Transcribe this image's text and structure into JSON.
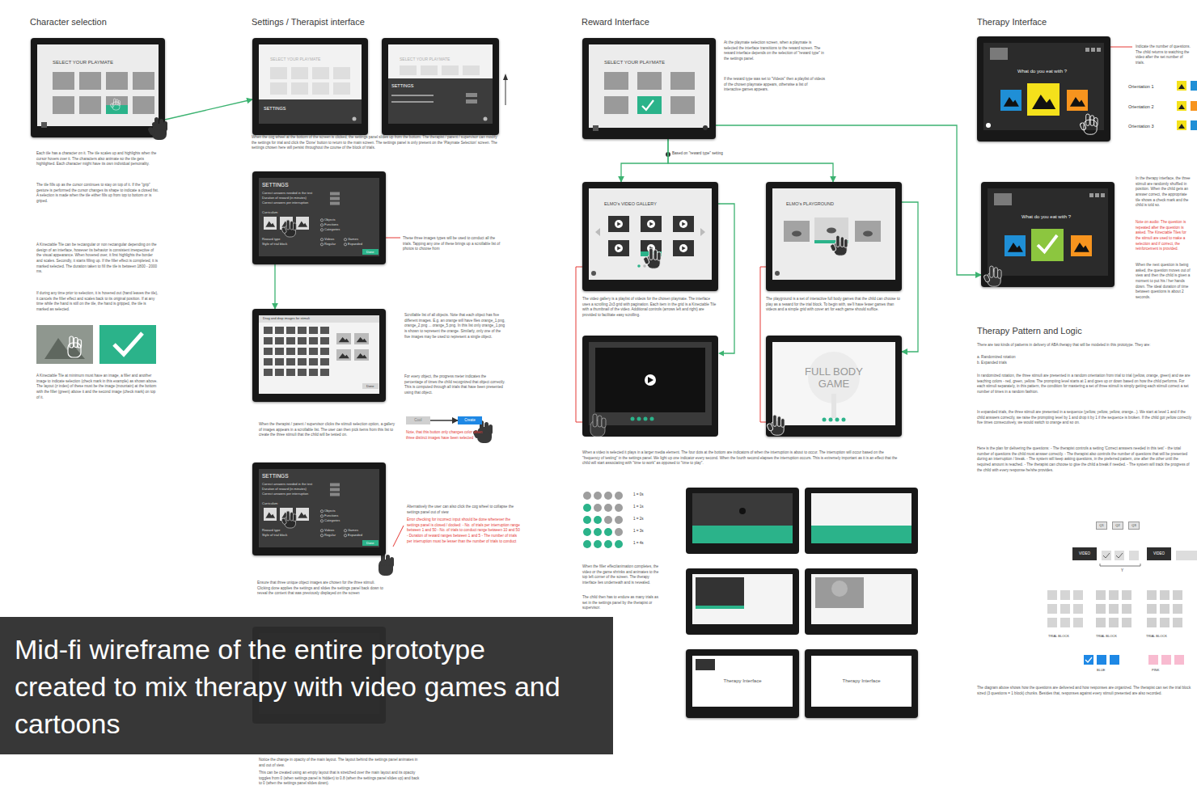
{
  "diagram": {
    "caption": "Mid-fi wireframe of the entire prototype created to mix therapy with video games and cartoons",
    "nodes": [
      {
        "text": [
          "SELECT YOUR PLAYMATE"
        ]
      },
      {
        "text": [
          "SELECT YOUR PLAYMATE",
          "SETTINGS"
        ]
      },
      {
        "text": [
          "SELECT YOUR PLAYMATE",
          "SETTINGS"
        ]
      },
      {
        "text": [
          "SETTINGS",
          "Correct answers needed in the test",
          "Duration of reward (in minutes)",
          "Correct answers per interruption",
          "Curriculum",
          "Objects",
          "Functions",
          "Categories",
          "Reward type",
          "Style of trial block",
          "Videos",
          "Games",
          "Regular",
          "Expanded",
          "Done"
        ]
      },
      {
        "text": [
          "Drag and drop images for stimuli",
          "Done"
        ]
      },
      {
        "text": [
          "SETTINGS",
          "Correct answers needed in the test",
          "Duration of reward (in minutes)",
          "Correct answers per interruption",
          "Curriculum",
          "Objects",
          "Functions",
          "Categories",
          "Reward type",
          "Style of trial block",
          "Videos",
          "Games",
          "Regular",
          "Expanded",
          "Done"
        ]
      },
      {
        "text": [
          "Cool"
        ]
      },
      {
        "text": [
          "Create"
        ]
      },
      {
        "text": [
          "SELECT YOUR PLAYMATE"
        ]
      },
      {
        "text": [
          "ELMO's VIDEO GALLERY"
        ]
      },
      {
        "text": [
          "ELMO's PLAYGROUND"
        ]
      },
      {
        "text": [
          "FULL BODY GAME"
        ]
      },
      {
        "text": [
          "What do you eat with ?"
        ]
      },
      {
        "text": [
          "What do you eat with ?"
        ]
      },
      {
        "text": [
          "Therapy Interface"
        ]
      },
      {
        "text": [
          "Therapy Interface"
        ]
      },
      {
        "text": [
          "Q1"
        ]
      },
      {
        "text": [
          "Q2"
        ]
      },
      {
        "text": [
          "Q3"
        ]
      },
      {
        "text": [
          "VIDEO"
        ]
      },
      {
        "text": [
          "VIDEO"
        ]
      }
    ],
    "edges": [
      {
        "from": 0,
        "to": 1,
        "arrow": "to"
      },
      {
        "from": 3,
        "to": 4,
        "arrow": "to"
      },
      {
        "from": 6,
        "to": 7,
        "arrow": "to"
      },
      {
        "from": 8,
        "to": 9,
        "arrow": "to"
      },
      {
        "from": 8,
        "to": 10,
        "arrow": "to"
      },
      {
        "from": 10,
        "to": 11,
        "arrow": "to"
      },
      {
        "from": 8,
        "to": 13,
        "arrow": "to"
      }
    ],
    "labels": [
      "Character selection",
      "Settings / Therapist interface",
      "Reward Interface",
      "Therapy Interface",
      "Each tile has a character on it. The tile scales up and highlights when the cursor hovers over it. The characters also animate so the tile gets highlighted. Each character might have its own individual personality.",
      "The tile fills up as the cursor continues to stay on top of it. If the \"grip\" gesture is performed the cursor changes its shape to indicate a closed fist. A selection is made when the tile either fills up from top to bottom or is griped.",
      "A Kinectable Tile can be rectangular or non rectangular depending on the design of an interface, however its behavior is consistent irrespective of the visual appearance. When hovered over, it first highlights the border and scales. Secondly, it starts filling up. If the filler effect is completed, it is marked selected. The duration taken to fill the tile is between 1800 - 2000 ms.",
      "If during any time prior to selection, it is hovered out (hand leaves the tile), it cancels the filler effect and scales back to its original position. If at any time while the hand is still on the tile, the hand is gripped, the tile is marked as selected.",
      "A Kinectable Tile at minimum must have an image, a filler and another image to indicate selection (check mark in this example) as shown above. The layout (z index) of these must be the image (mountain) at the bottom with the filler (green) above it and the second image (check mark) on top of it.",
      "When the cog wheel at the bottom of the screen is clicked, the settings panel slides up from the bottom. The therapist / parent / supervisor can modify the settings for trial and click the 'Done' button to return to the main screen. The settings panel is only present on the 'Playmate Selection' screen. The settings chosen here will persist throughout the course of the block of trials.",
      "These three images types will be used to conduct all the trials. Tapping any one of these brings up a scrollable list of photos to choose from",
      "Scrollable list of all objects. Note that each object has five different images. E.g. an orange will have files orange_1.png, orange_2.png ... orange_5.png. In this list only orange_1.png is shown to represent the orange. Similarly, only one of the five images may be used to represent a single object.",
      "For every object, the progress meter indicates the percentage of times the child recognized that object correctly. This is computed through all trials that have been presented using that object.",
      "When the therapist / parent / supervisor clicks the stimuli selection option, a gallery of images appears in a scrollable list. The user can then pick items from this list to create the three stimuli that the child will be tested on.",
      "Note, that this button only changes color when three distinct images have been selected",
      "Alternatively the user can also click the cog wheel to collapse the settings panel out of view",
      "Error checking for incorrect input should be done whenever the settings panel is closed / docked: - No. of trials per interruption range between 1 and 50 - No. of trials to conduct range between 10 and 50 - Duration of reward ranges between 1 and 5 - The number of trials per interruption must be lesser than the number of trials to conduct",
      "Ensure that three unique object images are chosen for the three stimuli. Clicking done applies the settings and slides the settings panel back down to reveal the content that was previously displayed on the screen",
      "At the playmate selection screen, when a playmate is selected the interface transitions to the reward screen. The reward interface depends on the selection of \"reward type\" in the settings panel.",
      "If the reward type was set to \"Videos\" then a playlist of videos of the chosen playmate appears, otherwise a list of interactive games appears.",
      "Based on \"reward type\" setting",
      "The video gallery is a playlist of videos for the chosen playmate. The interface uses a scrolling 2x3 grid with pagination. Each item in the grid is a Kinectable Tile with a thumbnail of the video. Additional controls (arrows left and right) are provided to facilitate easy scrolling.",
      "The playground is a set of interactive full body games that the child can choose to play as a reward for the trial block. To begin with, we'll have fewer games than videos and a simple grid with cover art for each game should suffice.",
      "When a video is selected it plays in a larger media element. The four dots at the bottom are indicators of when the interruption is about to occur. The interruption will occur based on the \"frequency of testing\" in the settings panel. We light up one indicator every second. When the fourth second elapses the interruption occurs. This is extremely important as it is an effect that the child will start associating with \"time to work\" as opposed to \"time to play\".",
      "1 = 0s",
      "1 = 1s",
      "1 = 2s",
      "1 = 3s",
      "1 = 4s",
      "When the filler effect/animation completes, the video or the game shrinks and animates to the top left corner of the screen. The therapy interface lies underneath and is revealed.",
      "The child then has to endure as many trials as set in the settings panel by the therapist or supervisor.",
      "Indicate the number of questions. The child returns to watching the video after the set number of trials.",
      "Orientation 1",
      "Orientation 2",
      "Orientation 3",
      "In the therapy interface, the three stimuli are randomly shuffled in position. When the child gets an answer correct, the appropriate tile shows a check mark and the child is told so.",
      "Note on audio: The question is repeated after the question is asked. The Kinectable Tiles for the stimuli are used to make a selection and if correct, the reinforcement is provided.",
      "When the next question is being asked, the question moves out of view and then the child is given a moment to put his / her hands down. The ideal duration of time between questions is about 2 seconds.",
      "Therapy Pattern and Logic",
      "There are two kinds of patterns in delivery of ABA therapy that will be modeled in this prototype. They are:",
      "a. Randomized rotation",
      "b. Expanded trials",
      "In randomized rotation, the three stimuli are presented in a random orientation from trial to trial (yellow, orange, green) and we are teaching colors - red, green, yellow. The prompting level starts at 1 and goes up or down based on how the child performs. For each stimuli separately, in this pattern, the condition for mastering a set of three stimuli is simply getting each stimuli correct a set number of times in a random fashion.",
      "In expanded trials, the three stimuli are presented in a sequence (yellow, yellow, yellow, orange...). We start at level 1 and if the child answers correctly, we raise the prompting level by 1 and drop it by 1 if the sequence is broken. If the child got yellow correctly five times consecutively, we would switch to orange and so on.",
      "Here is the plan for delivering the questions: - The therapist controls a setting 'Correct answers needed in this test' - the total number of questions the child must answer correctly. - The therapist also controls the number of questions that will be presented during an interruption / break. - The system will keep asking questions, in the preferred pattern, one after the other until the required amount is reached. - The therapist can choose to give the child a break if needed. - The system will track the progress of the child with every response he/she provides.",
      "Y",
      "TRIAL BLOCK",
      "TRIAL BLOCK",
      "TRIAL BLOCK",
      "BLUE",
      "PINK",
      "The diagram above shows how the questions are delivered and how responses are organized. The therapist can set the trial block sized (3 questions = 1 block) chunks. Besides that, responses against every stimuli presented are also recorded.",
      "Notice the change in opacity of the main layout. The layout behind the settings panel animates in and out of view.",
      "This can be created using an empty layout that is stretched over the main layout and its opacity toggles from 0 (when settings panel is hidden) to 0.8 (when the settings panel slides up) and back to 0 (when the settings panel slides down)."
    ]
  }
}
